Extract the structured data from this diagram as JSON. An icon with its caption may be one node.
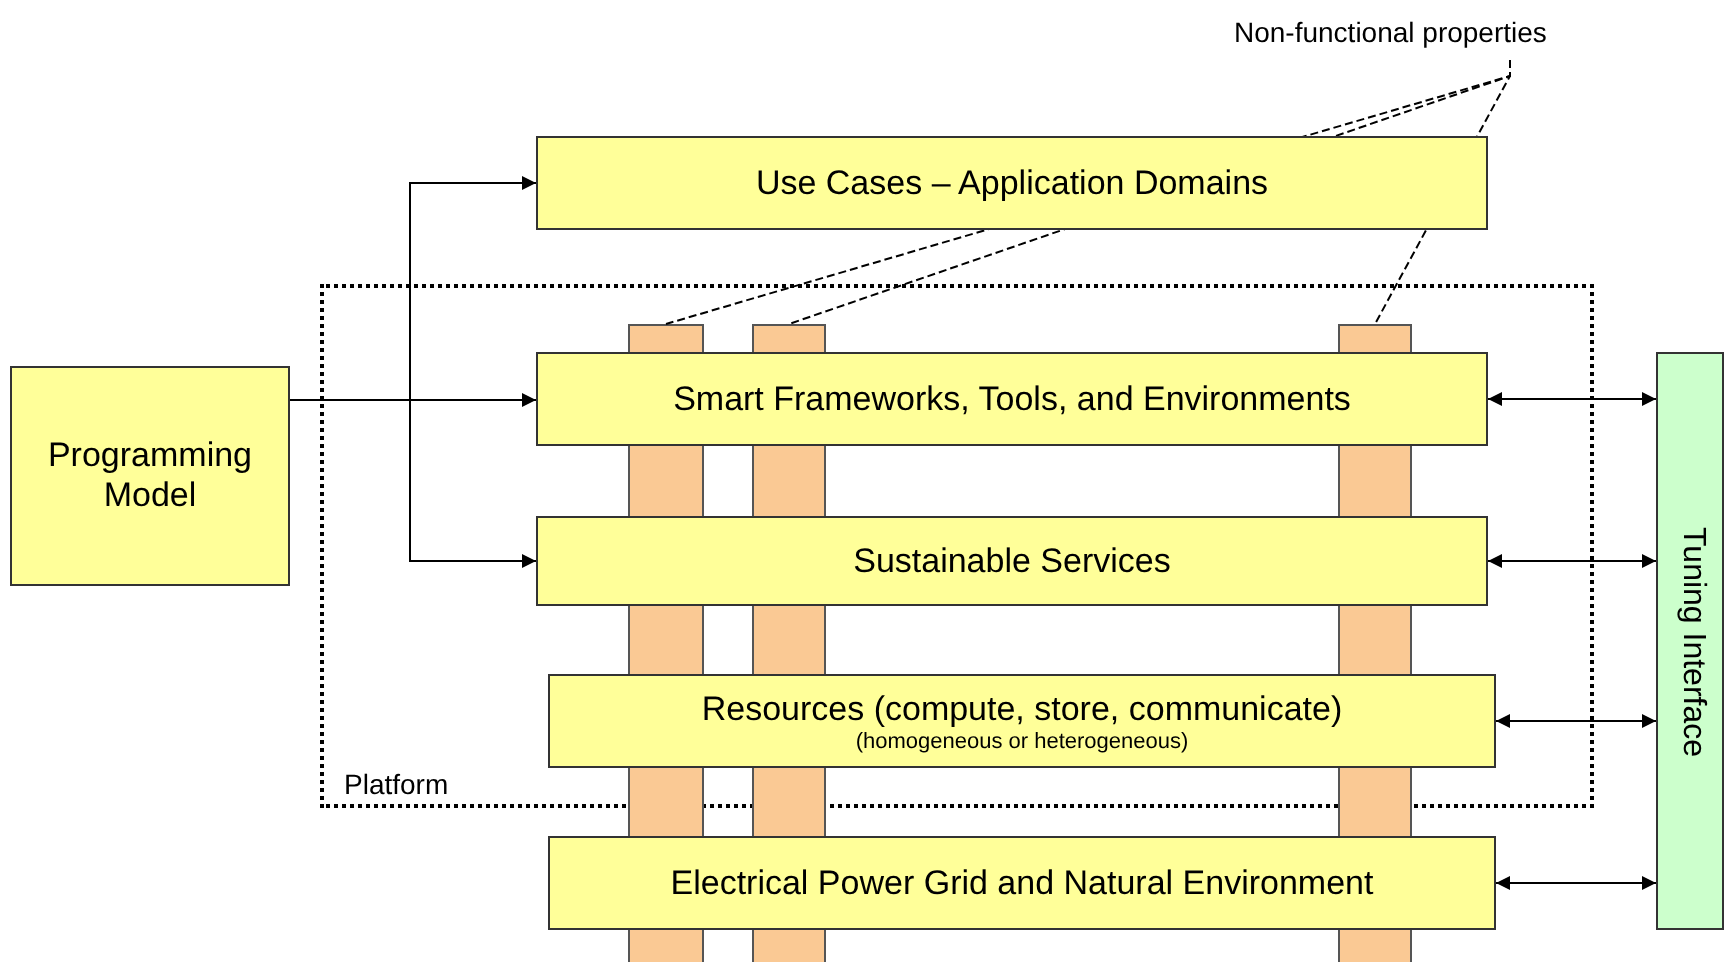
{
  "diagram": {
    "nodes": [
      {
        "text": [
          "Non-functional properties"
        ]
      },
      {
        "text": [
          "Programming Model"
        ]
      },
      {
        "text": [
          "Use Cases – Application Domains"
        ]
      },
      {
        "text": [
          "Platform"
        ]
      },
      {
        "text": [
          "Smart Frameworks, Tools, and Environments"
        ],
        "in": 3
      },
      {
        "text": [
          "Sustainable Services"
        ],
        "in": 3
      },
      {
        "text": [
          "Resources (compute, store, communicate)",
          "(homogeneous or heterogeneous)"
        ],
        "in": 3
      },
      {
        "text": [
          "Electrical Power Grid and Natural Environment"
        ]
      },
      {
        "text": [
          "Tuning Interface"
        ]
      },
      {
        "text": [],
        "shape": "bar"
      },
      {
        "text": [],
        "shape": "bar"
      },
      {
        "text": [],
        "shape": "bar"
      }
    ],
    "edges": [
      {
        "from": 1,
        "to": 2,
        "arrow": "to"
      },
      {
        "from": 1,
        "to": 4,
        "arrow": "to"
      },
      {
        "from": 1,
        "to": 5,
        "arrow": "to"
      },
      {
        "from": 8,
        "to": 4,
        "arrow": "both"
      },
      {
        "from": 8,
        "to": 5,
        "arrow": "both"
      },
      {
        "from": 8,
        "to": 6,
        "arrow": "both"
      },
      {
        "from": 8,
        "to": 7,
        "arrow": "both"
      },
      {
        "from": 0,
        "to": 9,
        "arrow": "none",
        "style": "dashed"
      },
      {
        "from": 0,
        "to": 10,
        "arrow": "none",
        "style": "dashed"
      },
      {
        "from": 0,
        "to": 11,
        "arrow": "none",
        "style": "dashed"
      }
    ]
  }
}
